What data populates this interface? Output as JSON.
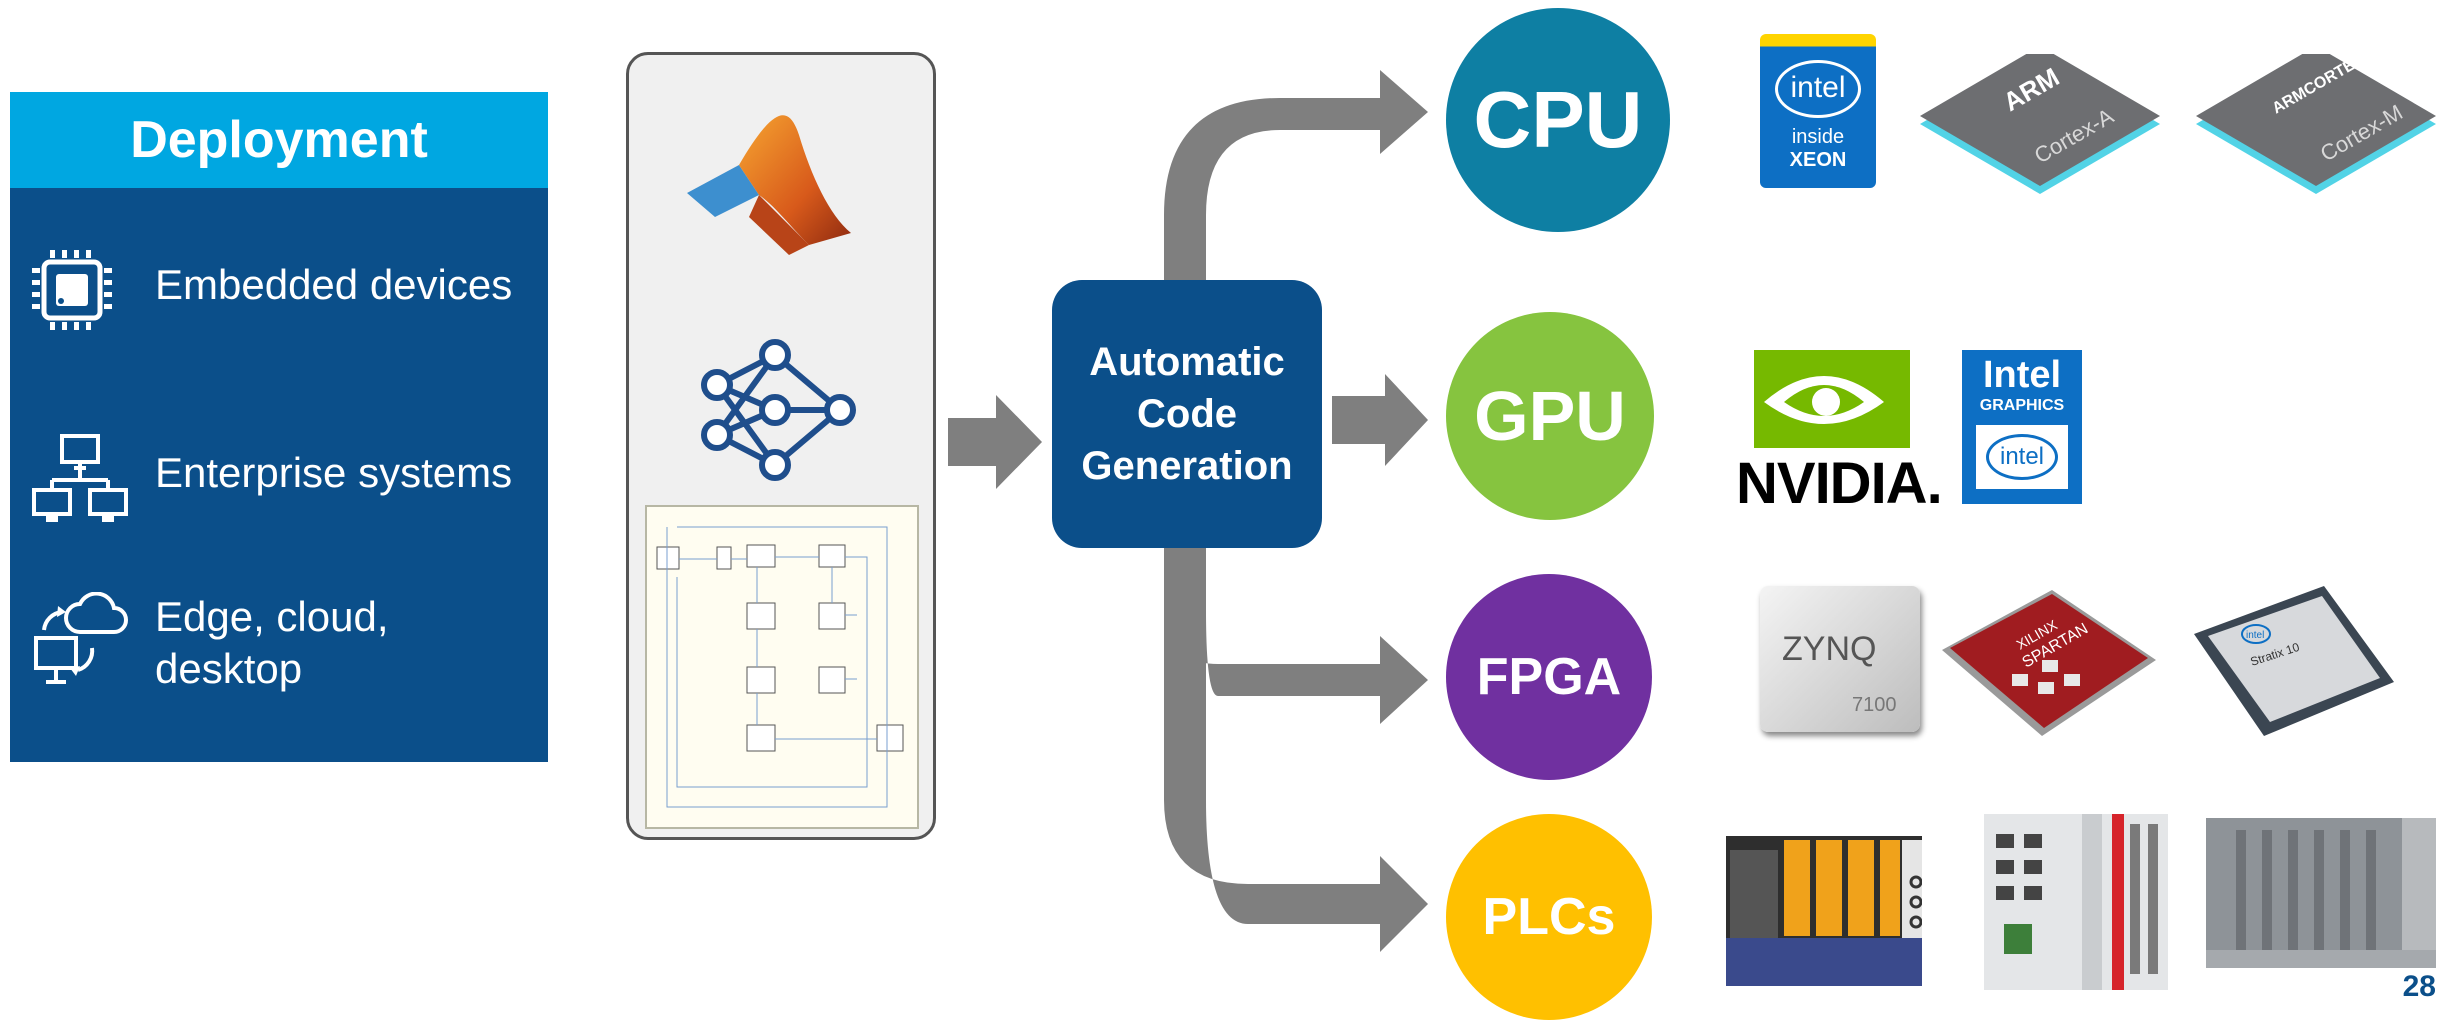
{
  "deployment": {
    "title": "Deployment",
    "items": [
      {
        "label": "Embedded devices",
        "icon": "chip-icon"
      },
      {
        "label": "Enterprise systems",
        "icon": "network-icon"
      },
      {
        "label_line1": "Edge, cloud,",
        "label_line2": "desktop",
        "icon": "cloud-desktop-icon"
      }
    ]
  },
  "center": {
    "line1": "Automatic",
    "line2": "Code",
    "line3": "Generation"
  },
  "targets": [
    {
      "label": "CPU",
      "color": "#0e7fa3"
    },
    {
      "label": "GPU",
      "color": "#86c43f"
    },
    {
      "label": "FPGA",
      "color": "#7030a0"
    },
    {
      "label": "PLCs",
      "color": "#ffc000"
    }
  ],
  "hardware": {
    "cpu": {
      "intel_brand": "intel",
      "intel_line1": "inside",
      "intel_line2": "XEON",
      "arm_a_brand": "ARM",
      "arm_a_name": "Cortex-A",
      "arm_m_brand": "ARMCORTEX",
      "arm_m_name": "Cortex-M"
    },
    "gpu": {
      "nvidia": "NVIDIA.",
      "intel_graphics_brand": "Intel",
      "intel_graphics_label": "GRAPHICS",
      "intel_graphics_logo": "intel"
    },
    "fpga": {
      "zynq": "ZYNQ",
      "zynq_num": "7100",
      "xilinx_brand": "XILINX",
      "xilinx_name": "SPARTAN",
      "intel_brand": "intel",
      "intel_name": "Stratix 10"
    }
  },
  "page_number": "28",
  "colors": {
    "navy": "#0b4f8a",
    "cyan": "#00a7e1",
    "arrow": "#7f7f7f"
  }
}
